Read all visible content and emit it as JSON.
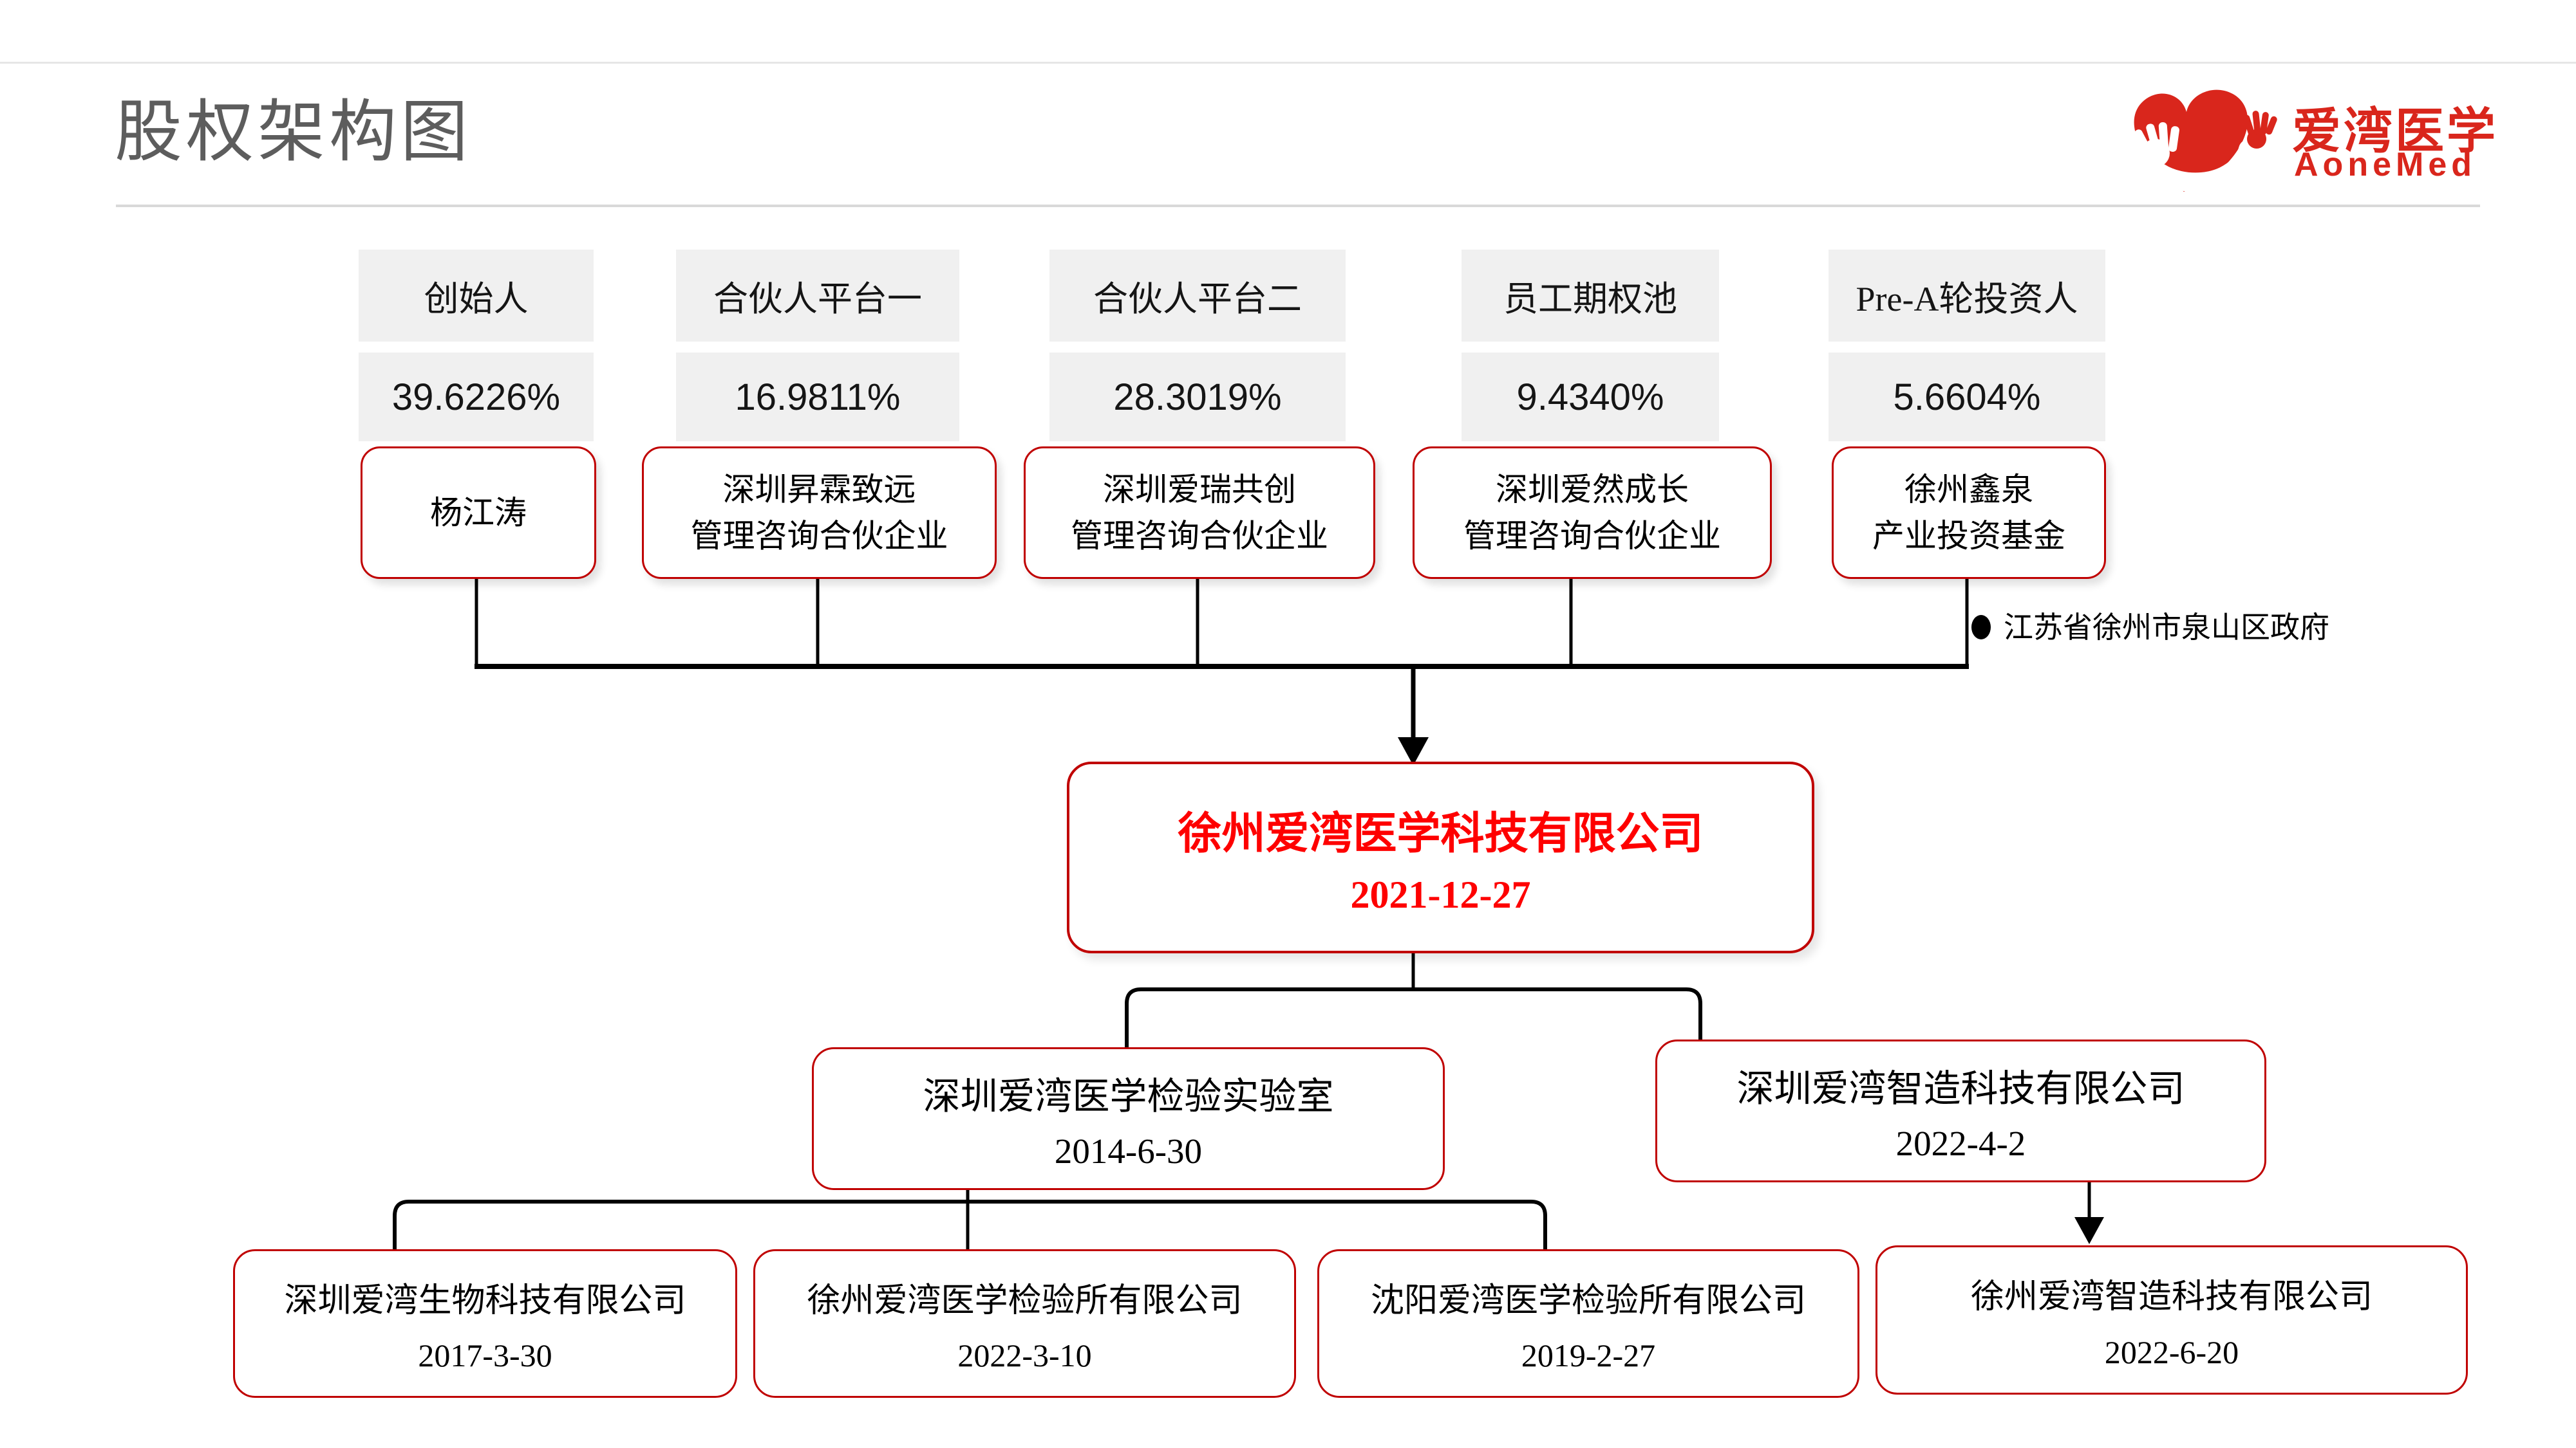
{
  "page": {
    "title": "股权架构图"
  },
  "logo": {
    "name_cn": "爱湾医学",
    "name_en": "AoneMed"
  },
  "shareholders": [
    {
      "role": "创始人",
      "percent": "39.6226%",
      "name_lines": [
        "杨江涛",
        ""
      ]
    },
    {
      "role": "合伙人平台一",
      "percent": "16.9811%",
      "name_lines": [
        "深圳昇霖致远",
        "管理咨询合伙企业"
      ]
    },
    {
      "role": "合伙人平台二",
      "percent": "28.3019%",
      "name_lines": [
        "深圳爱瑞共创",
        "管理咨询合伙企业"
      ]
    },
    {
      "role": "员工期权池",
      "percent": "9.4340%",
      "name_lines": [
        "深圳爱然成长",
        "管理咨询合伙企业"
      ]
    },
    {
      "role": "Pre-A轮投资人",
      "percent": "5.6604%",
      "name_lines": [
        "徐州鑫泉",
        "产业投资基金"
      ]
    }
  ],
  "note": "江苏省徐州市泉山区政府",
  "parent_company": {
    "name": "徐州爱湾医学科技有限公司",
    "date": "2021-12-27"
  },
  "level2": [
    {
      "name": "深圳爱湾医学检验实验室",
      "date": "2014-6-30"
    },
    {
      "name": "深圳爱湾智造科技有限公司",
      "date": "2022-4-2"
    }
  ],
  "level3": [
    {
      "name": "深圳爱湾生物科技有限公司",
      "date": "2017-3-30"
    },
    {
      "name": "徐州爱湾医学检验所有限公司",
      "date": "2022-3-10"
    },
    {
      "name": "沈阳爱湾医学检验所有限公司",
      "date": "2019-2-27"
    },
    {
      "name": "徐州爱湾智造科技有限公司",
      "date": "2022-6-20"
    }
  ],
  "colors": {
    "box_border_red": "#c00000",
    "company_text_red": "#fe0000",
    "logo_red": "#d9261c",
    "gray_box": "#f0f0f0",
    "line_black": "#000000",
    "title_gray": "#5d5d5d"
  }
}
